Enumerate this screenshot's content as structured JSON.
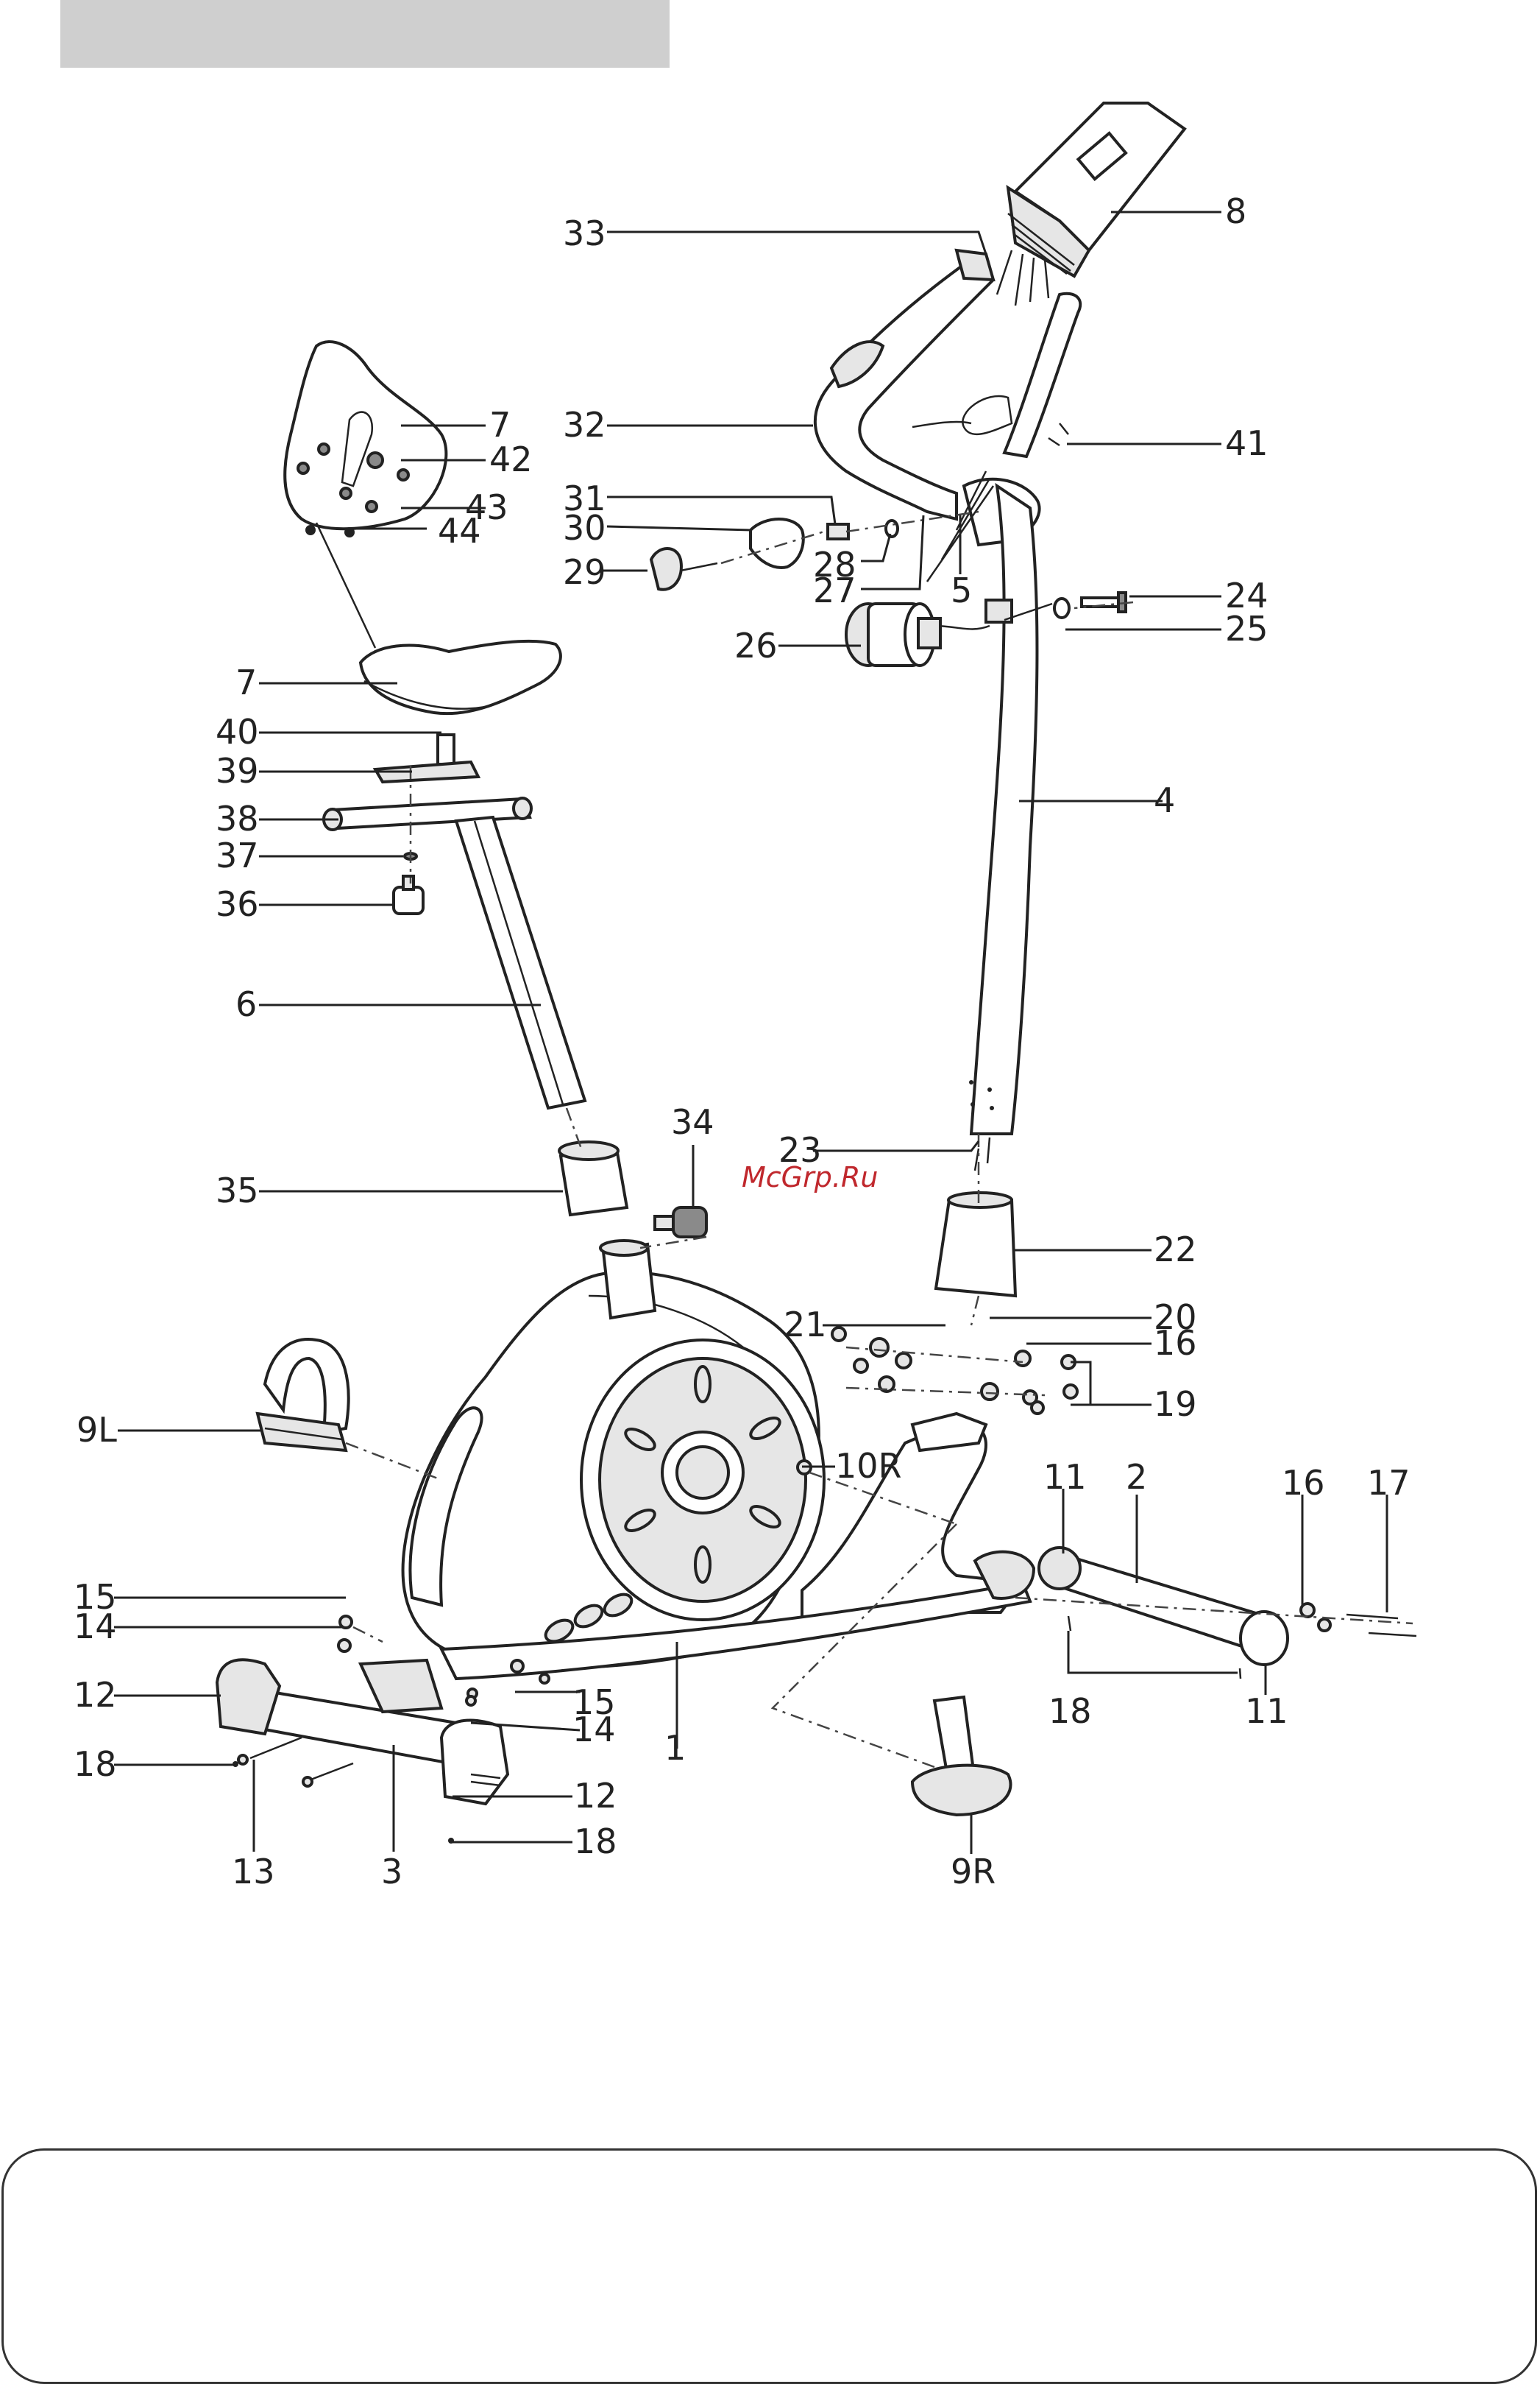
{
  "watermark": "McGrp.Ru",
  "callouts": [
    {
      "id": "33",
      "text": "33"
    },
    {
      "id": "8",
      "text": "8"
    },
    {
      "id": "7a",
      "text": "7"
    },
    {
      "id": "32",
      "text": "32"
    },
    {
      "id": "42",
      "text": "42"
    },
    {
      "id": "43",
      "text": "43"
    },
    {
      "id": "44",
      "text": "44"
    },
    {
      "id": "41",
      "text": "41"
    },
    {
      "id": "31",
      "text": "31"
    },
    {
      "id": "30",
      "text": "30"
    },
    {
      "id": "28",
      "text": "28"
    },
    {
      "id": "29",
      "text": "29"
    },
    {
      "id": "27",
      "text": "27"
    },
    {
      "id": "5",
      "text": "5"
    },
    {
      "id": "24",
      "text": "24"
    },
    {
      "id": "25",
      "text": "25"
    },
    {
      "id": "26",
      "text": "26"
    },
    {
      "id": "7b",
      "text": "7"
    },
    {
      "id": "4",
      "text": "4"
    },
    {
      "id": "40",
      "text": "40"
    },
    {
      "id": "39",
      "text": "39"
    },
    {
      "id": "38",
      "text": "38"
    },
    {
      "id": "37",
      "text": "37"
    },
    {
      "id": "36",
      "text": "36"
    },
    {
      "id": "6",
      "text": "6"
    },
    {
      "id": "34",
      "text": "34"
    },
    {
      "id": "23",
      "text": "23"
    },
    {
      "id": "35",
      "text": "35"
    },
    {
      "id": "22",
      "text": "22"
    },
    {
      "id": "21",
      "text": "21"
    },
    {
      "id": "20",
      "text": "20"
    },
    {
      "id": "16a",
      "text": "16"
    },
    {
      "id": "19",
      "text": "19"
    },
    {
      "id": "9L",
      "text": "9L"
    },
    {
      "id": "10R",
      "text": "10R"
    },
    {
      "id": "11a",
      "text": "11"
    },
    {
      "id": "2",
      "text": "2"
    },
    {
      "id": "16b",
      "text": "16"
    },
    {
      "id": "17",
      "text": "17"
    },
    {
      "id": "15a",
      "text": "15"
    },
    {
      "id": "14a",
      "text": "14"
    },
    {
      "id": "12a",
      "text": "12"
    },
    {
      "id": "15b",
      "text": "15"
    },
    {
      "id": "14b",
      "text": "14"
    },
    {
      "id": "1",
      "text": "1"
    },
    {
      "id": "18a",
      "text": "18"
    },
    {
      "id": "11b",
      "text": "11"
    },
    {
      "id": "18b",
      "text": "18"
    },
    {
      "id": "18c",
      "text": "18"
    },
    {
      "id": "12b",
      "text": "12"
    },
    {
      "id": "13",
      "text": "13"
    },
    {
      "id": "3",
      "text": "3"
    },
    {
      "id": "9R",
      "text": "9R"
    },
    {
      "id": "18d",
      "text": "18"
    }
  ]
}
